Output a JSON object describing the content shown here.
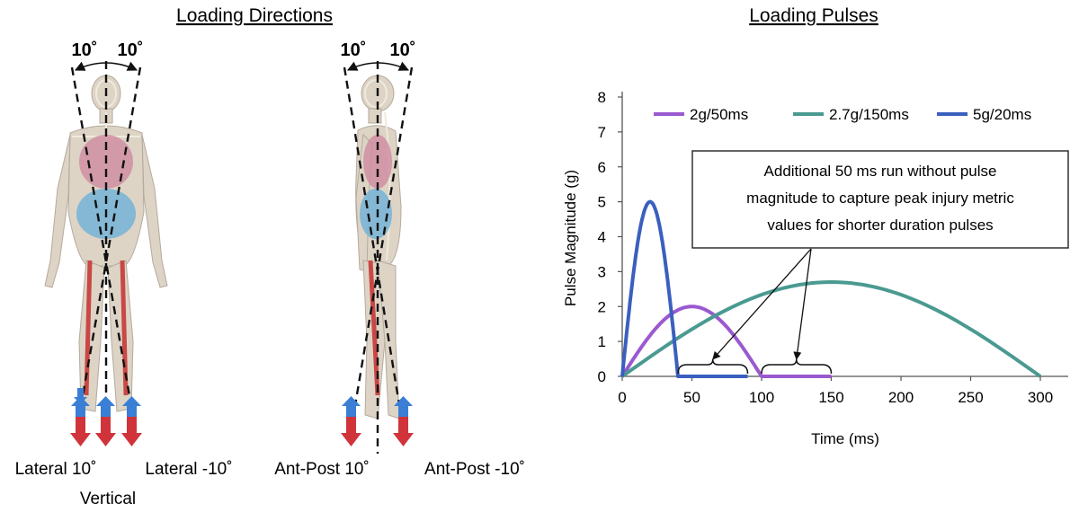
{
  "titles": {
    "left": "Loading Directions",
    "right": "Loading Pulses"
  },
  "figures": {
    "front": {
      "angle_left": "10˚",
      "angle_right": "10˚"
    },
    "side": {
      "angle_left": "10˚",
      "angle_right": "10˚"
    }
  },
  "labels": {
    "lateral_pos": "Lateral 10˚",
    "lateral_neg": "Lateral -10˚",
    "vertical": "Vertical",
    "antpost_pos": "Ant-Post 10˚",
    "antpost_neg": "Ant-Post -10˚"
  },
  "colors": {
    "arrow_up": "#3a7fd5",
    "arrow_down": "#d0343a",
    "skin": "#d8cdbd",
    "ribs": "#d08aa0",
    "organs": "#74b3d6",
    "bone": "#f0eadc",
    "muscle": "#c94845"
  },
  "chart_data": {
    "type": "line",
    "xlabel": "Time (ms)",
    "ylabel": "Pulse Magnitude (g)",
    "xlim": [
      0,
      310
    ],
    "ylim": [
      0,
      8
    ],
    "xticks": [
      0,
      50,
      100,
      150,
      200,
      250,
      300
    ],
    "yticks": [
      0,
      1,
      2,
      3,
      4,
      5,
      6,
      7,
      8
    ],
    "grid": false,
    "legend_position": "top",
    "series": [
      {
        "name": "2g/50ms",
        "color": "#9b59d0",
        "peak": 2,
        "duration": 50,
        "x": [
          0,
          25,
          50,
          75,
          100
        ],
        "y": [
          0,
          1.41,
          2,
          1.41,
          0
        ],
        "tail_end": 150
      },
      {
        "name": "2.7g/150ms",
        "color": "#4a9a91",
        "peak": 2.7,
        "duration": 150,
        "x": [
          0,
          75,
          150,
          225,
          300
        ],
        "y": [
          0,
          1.91,
          2.7,
          1.91,
          0
        ],
        "tail_end": null
      },
      {
        "name": "5g/20ms",
        "color": "#3a5fbf",
        "peak": 5,
        "duration": 20,
        "x": [
          0,
          10,
          20,
          30,
          40
        ],
        "y": [
          0,
          3.54,
          5,
          3.54,
          0
        ],
        "tail_end": 90
      }
    ],
    "annotation": {
      "lines": [
        "Additional 50 ms run without pulse",
        "magnitude to capture peak injury metric",
        "values for shorter duration pulses"
      ],
      "brackets": [
        [
          40,
          90
        ],
        [
          100,
          150
        ]
      ]
    }
  }
}
